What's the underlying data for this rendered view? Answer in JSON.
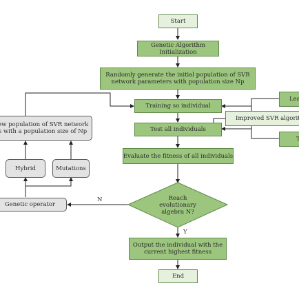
{
  "nodes": {
    "start": "Start",
    "ga_init": [
      "Genetic Algorithm",
      "Initialization"
    ],
    "random_gen": [
      "Randomly generate the initial population of SVR",
      "network parameters with population size Np"
    ],
    "training": "Training so individual",
    "test_all": "Test all individuals",
    "evaluate": "Evaluate the fitness of all individuals",
    "decision": [
      "Reach",
      "evolutionary",
      "algebra N?"
    ],
    "output": [
      "Output the individual with the",
      "current highest fitness"
    ],
    "end": "End",
    "new_population": [
      "new population of SVR network",
      "rs with a population size of Np"
    ],
    "hybrid": "Hybrid",
    "mutations": "Mutations",
    "genetic_operator": "Genetic operator",
    "learning_cut": "Lea",
    "improved_svr": "Improved SVR algorithm",
    "right_cut": "T"
  },
  "edge_labels": {
    "no": "N",
    "yes": "Y"
  },
  "colors": {
    "process_fill": "#9cc57e",
    "terminal_fill": "#e6f1dd",
    "aux_fill": "#e3e3e3",
    "border": "#5e8a48",
    "line": "#222222"
  }
}
